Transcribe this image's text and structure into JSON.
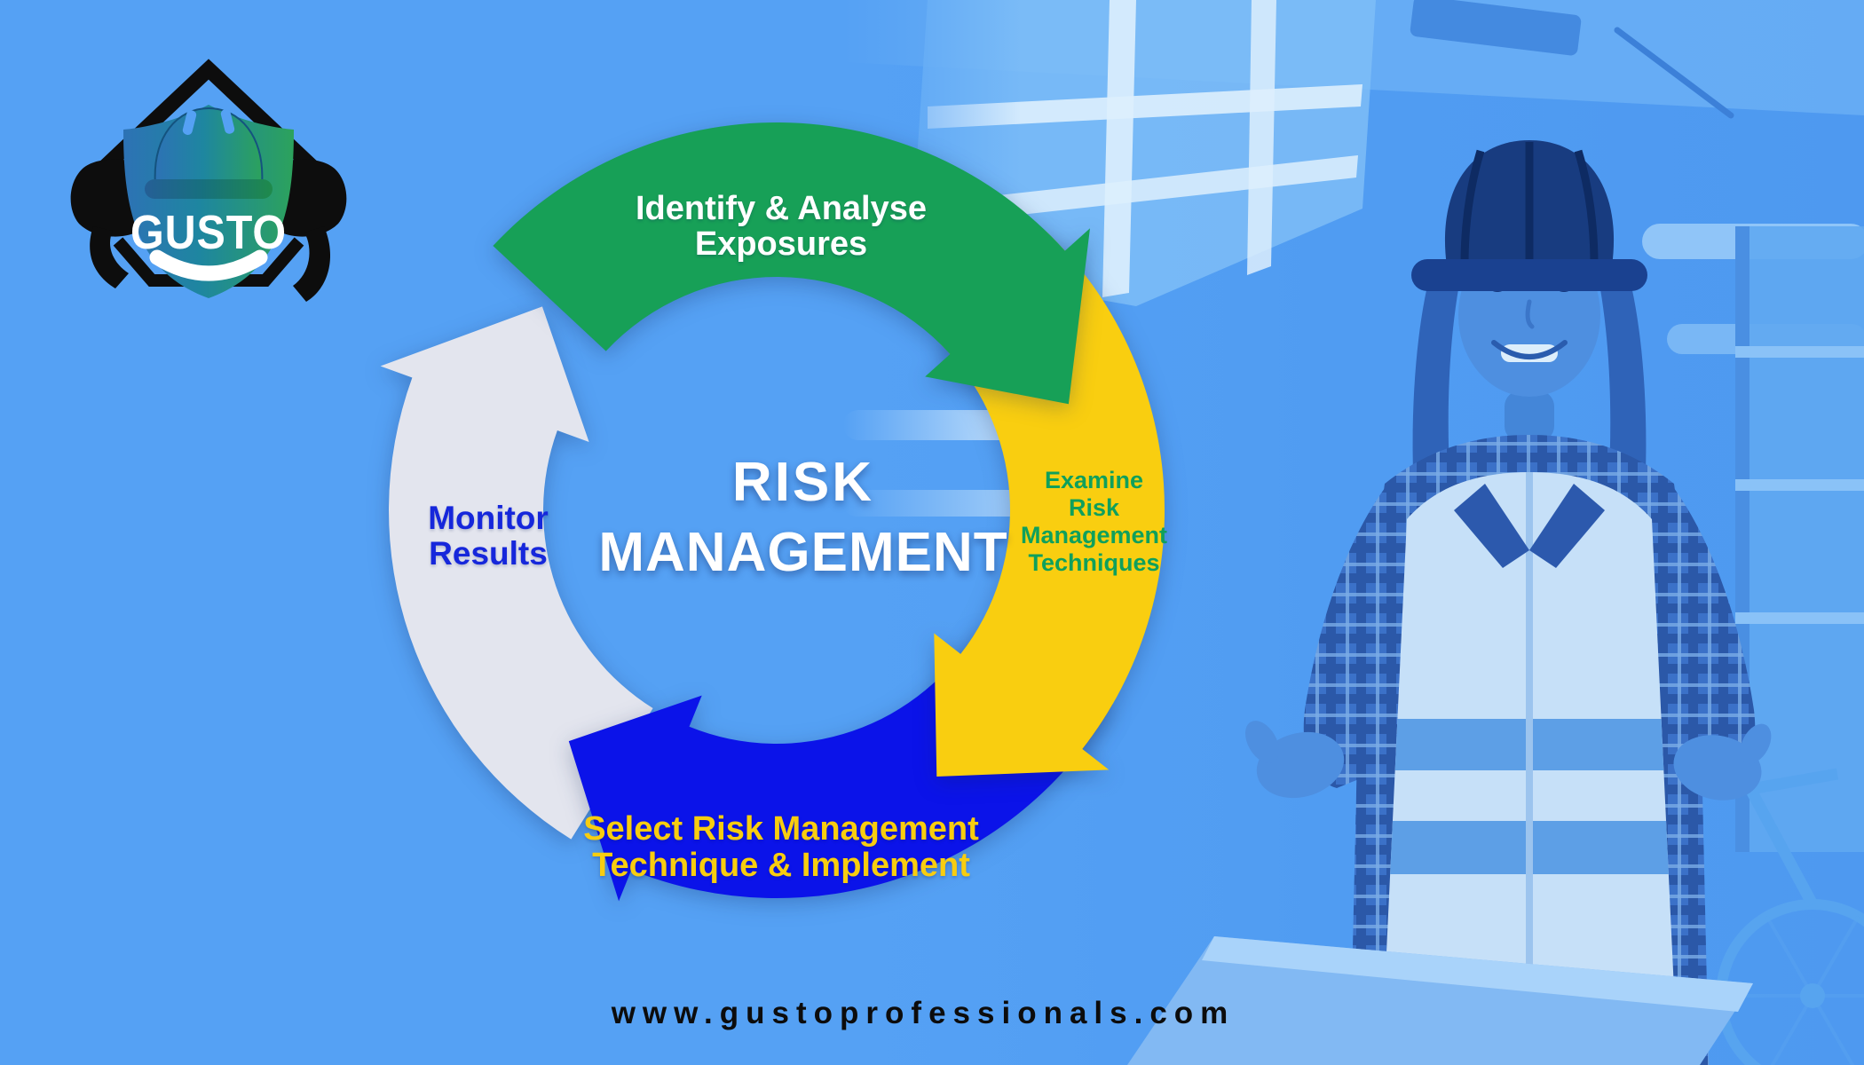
{
  "brand": {
    "logo_text": "GUSTO"
  },
  "diagram": {
    "center_title_line1": "RISK",
    "center_title_line2": "MANAGEMENT",
    "steps": [
      {
        "id": "identify",
        "position": "top",
        "label_lines": [
          "Identify & Analyse",
          "Exposures"
        ],
        "arrow_color": "#17A057",
        "text_color": "#FFFFFF"
      },
      {
        "id": "examine",
        "position": "right",
        "label_lines": [
          "Examine",
          "Risk",
          "Management",
          "Techniques"
        ],
        "arrow_color": "#F9CE10",
        "text_color": "#0FA05C"
      },
      {
        "id": "select",
        "position": "bottom",
        "label_lines": [
          "Select Risk Management",
          "Technique & Implement"
        ],
        "arrow_color": "#0B13E9",
        "text_color": "#F8CD0F"
      },
      {
        "id": "monitor",
        "position": "left",
        "label_lines": [
          "Monitor",
          "Results"
        ],
        "arrow_color": "#E3E5EE",
        "text_color": "#1627DB"
      }
    ]
  },
  "footer": {
    "website": "www.gustoprofessionals.com"
  },
  "colors": {
    "background": "#55A1F4",
    "center_title": "#FFFFFF",
    "website_text": "#0C0C0C",
    "logo_black": "#0D0D0D",
    "logo_gradient": [
      "#2D72B5",
      "#1E86A0",
      "#2CA25C"
    ],
    "photo_duotone_base": "#4F9AF0"
  }
}
